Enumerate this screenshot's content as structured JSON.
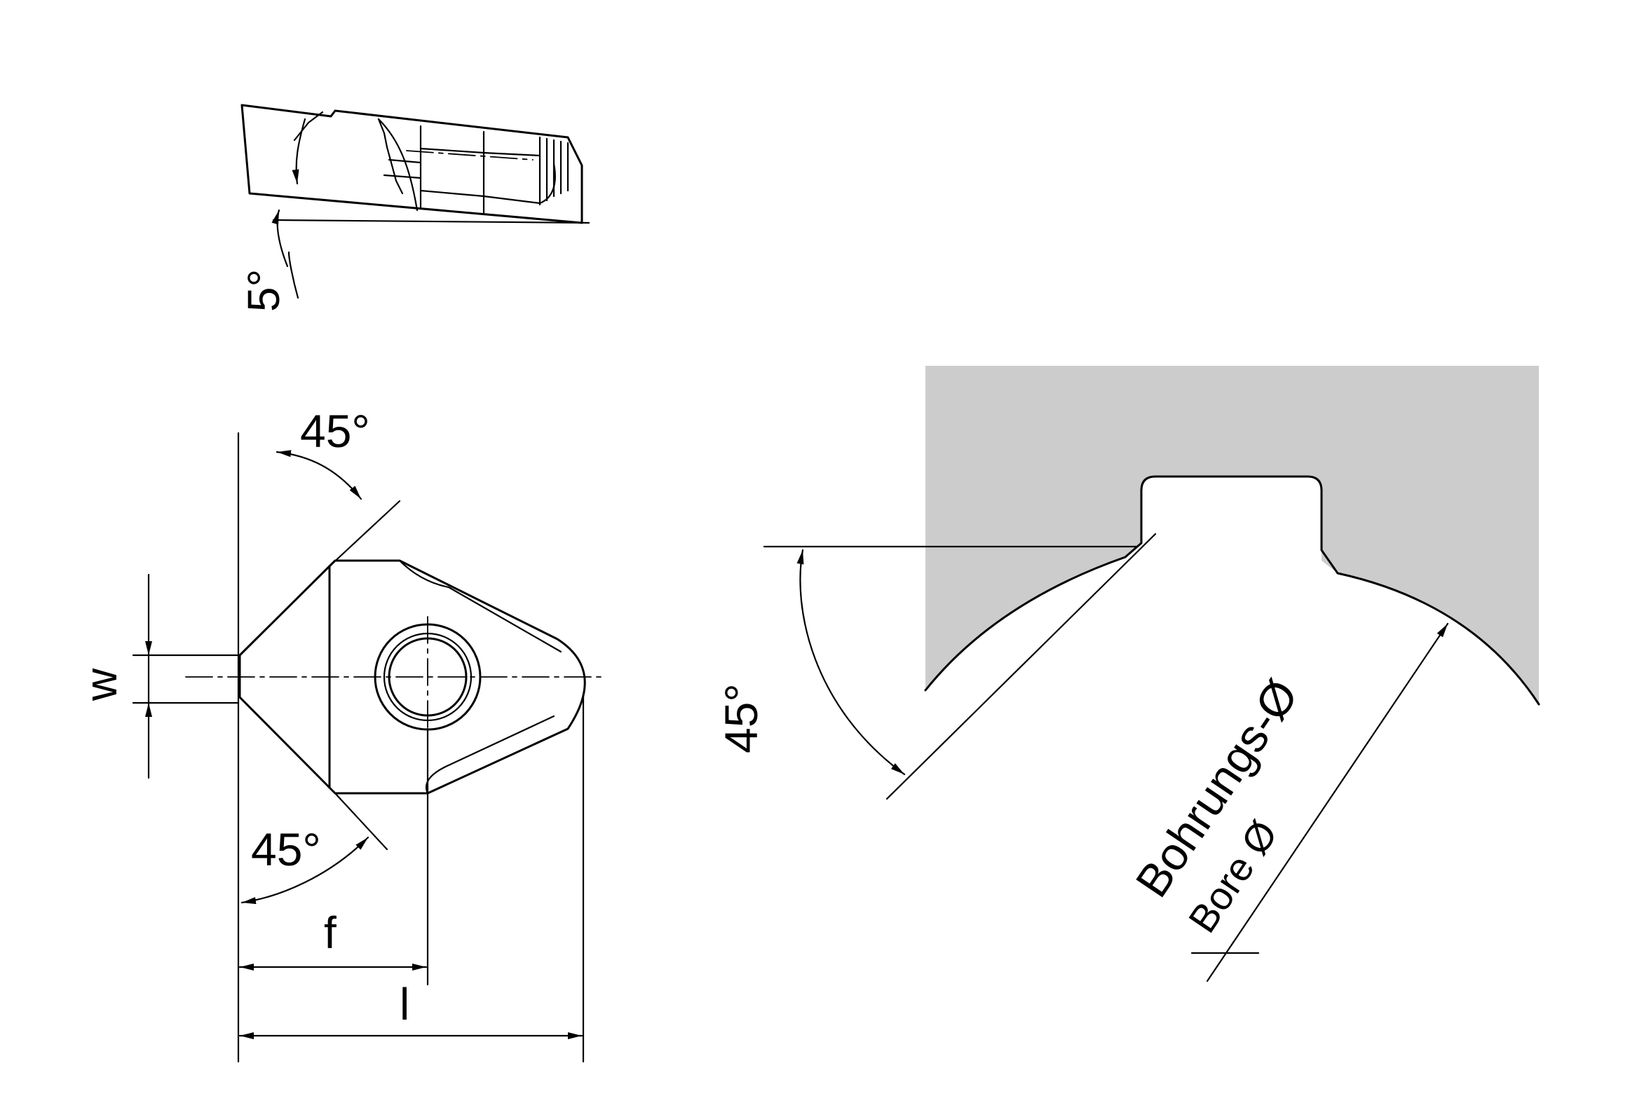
{
  "colors": {
    "insert_fill": "#ffee00",
    "workpiece_fill": "#cccccc",
    "line": "#000000",
    "background": "#ffffff"
  },
  "labels": {
    "side_view_angle": "5°",
    "top_angle": "45°",
    "bottom_angle": "45°",
    "width_dim": "w",
    "f_dim": "f",
    "length_dim": "l",
    "bore_angle": "45°",
    "bore_de": "Bohrungs-Ø",
    "bore_en": "Bore Ø"
  }
}
